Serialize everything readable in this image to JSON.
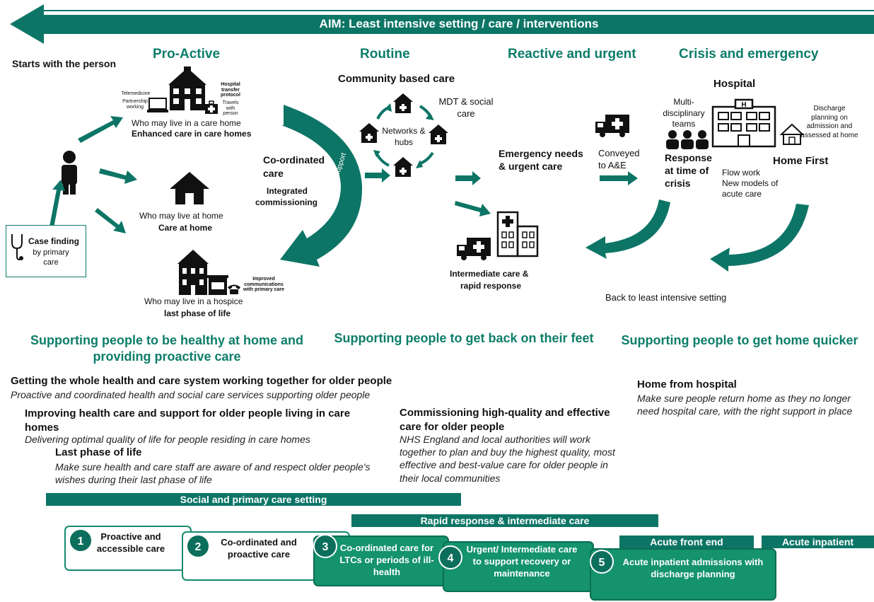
{
  "aim": {
    "label": "AIM: Least intensive setting / care / interventions"
  },
  "phases": {
    "proactive": "Pro-Active",
    "routine": "Routine",
    "reactive": "Reactive and urgent",
    "crisis": "Crisis and emergency"
  },
  "left": {
    "starts": "Starts with the person",
    "case_finding_bold": "Case finding",
    "case_finding_rest": "by primary care"
  },
  "care_home": {
    "telemedicine": "Telemedicine",
    "partnership": "Partnership working",
    "hospital_protocol": "Hospital transfer protocol",
    "travels": "Travels with person",
    "line1": "Who may live in a care home",
    "line2": "Enhanced care in care homes"
  },
  "home": {
    "line1": "Who may live at home",
    "line2": "Care at home"
  },
  "hospice": {
    "improved": "Improved communications with primary care",
    "line1": "Who may live in a hospice",
    "line2": "last phase of life"
  },
  "coordinated": {
    "line1": "Co-ordinated",
    "line2": "care",
    "integrated": "Integrated",
    "commissioning": "commissioning",
    "with_support": "with support"
  },
  "routine_section": {
    "community": "Community based care",
    "mdt": "MDT & social care",
    "networks": "Networks & hubs"
  },
  "reactive_section": {
    "emergency": "Emergency needs & urgent care",
    "intermediate1": "Intermediate care &",
    "intermediate2": "rapid response",
    "conveyed1": "Conveyed",
    "conveyed2": "to A&E"
  },
  "crisis_section": {
    "hospital": "Hospital",
    "multi": "Multi-disciplinary teams",
    "response": "Response at time of crisis",
    "discharge": "Discharge planning on admission and assessed at home",
    "home_first": "Home First",
    "flow1": "Flow work",
    "flow2": "New models of acute care",
    "back": "Back to least intensive setting"
  },
  "support_heads": {
    "home": "Supporting people to be healthy at home and providing proactive care",
    "feet": "Supporting people to get back on their feet",
    "quicker": "Supporting people to get home quicker"
  },
  "blocks": {
    "whole_title": "Getting the whole health and care system working together for older people",
    "whole_desc": "Proactive and coordinated health and social care services supporting older people",
    "carehomes_title": "Improving health care and support for older people living in care homes",
    "carehomes_desc": "Delivering optimal quality of life for people residing in care homes",
    "lastphase_title": "Last phase of life",
    "lastphase_desc": "Make sure health and care staff are aware of and respect older people's wishes during their last phase of life",
    "commissioning_title": "Commissioning high-quality and effective care for older people",
    "commissioning_desc": "NHS England and local authorities will work together to plan and buy the highest quality, most effective and best-value care for older people in their local communities",
    "homehosp_title": "Home from hospital",
    "homehosp_desc": "Make sure people return home as they no longer need hospital care, with the right support in place"
  },
  "bands": {
    "social": "Social and primary care setting",
    "rapid": "Rapid response & intermediate care",
    "acute_front": "Acute front end",
    "acute_inpatient": "Acute inpatient"
  },
  "steps": [
    {
      "num": "1",
      "label": "Proactive and accessible care"
    },
    {
      "num": "2",
      "label": "Co-ordinated and proactive care"
    },
    {
      "num": "3",
      "label": "Co-ordinated care for LTCs or periods of ill-health"
    },
    {
      "num": "4",
      "label": "Urgent/ Intermediate care to support recovery or maintenance"
    },
    {
      "num": "5",
      "label": "Acute inpatient admissions with discharge planning"
    }
  ],
  "colors": {
    "teal": "#0d7566",
    "green": "#14936d",
    "text_teal": "#0d7d6a"
  },
  "icons": [
    "person-icon",
    "stethoscope-icon",
    "care-home-icon",
    "laptop-icon",
    "ambulance-icon",
    "house-icon",
    "hospice-icon",
    "phone-icon",
    "hospital-icon",
    "clinic-icon",
    "staff-icon"
  ]
}
